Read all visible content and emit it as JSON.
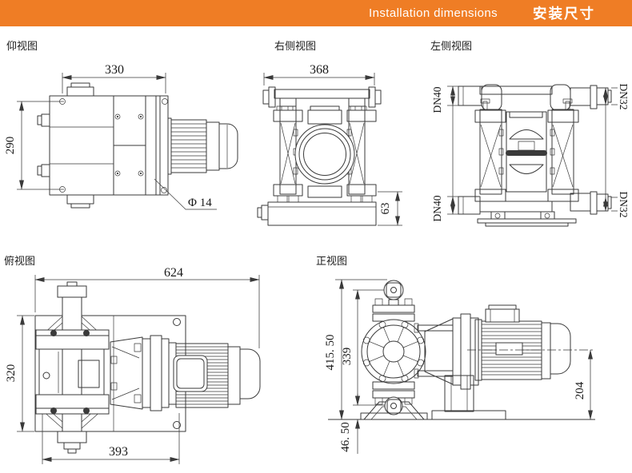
{
  "header": {
    "title_en": "Installation dimensions",
    "title_zh": "安装尺寸",
    "bg_color": "#EF7D25"
  },
  "views": {
    "bottom": {
      "label": "仰视图",
      "dims": {
        "width": "330",
        "height": "290",
        "hole_dia": "Φ 14"
      }
    },
    "right_side": {
      "label": "右侧视图",
      "dims": {
        "width": "368",
        "base_height": "63"
      }
    },
    "left_side": {
      "label": "左侧视图",
      "dims": {
        "port_top_left": "DN40",
        "port_bottom_left": "DN40",
        "port_top_right": "DN32",
        "port_bottom_right": "DN32"
      }
    },
    "top": {
      "label": "俯视图",
      "dims": {
        "overall_length": "624",
        "overall_width": "320",
        "base_length": "393"
      }
    },
    "front": {
      "label": "正视图",
      "dims": {
        "overall_height": "415. 50",
        "port_center_span": "339",
        "shaft_center_height": "204",
        "base_offset": "46. 50"
      }
    }
  },
  "style": {
    "line_color": "#3a3a3a",
    "text_color": "#1a1a1a"
  }
}
